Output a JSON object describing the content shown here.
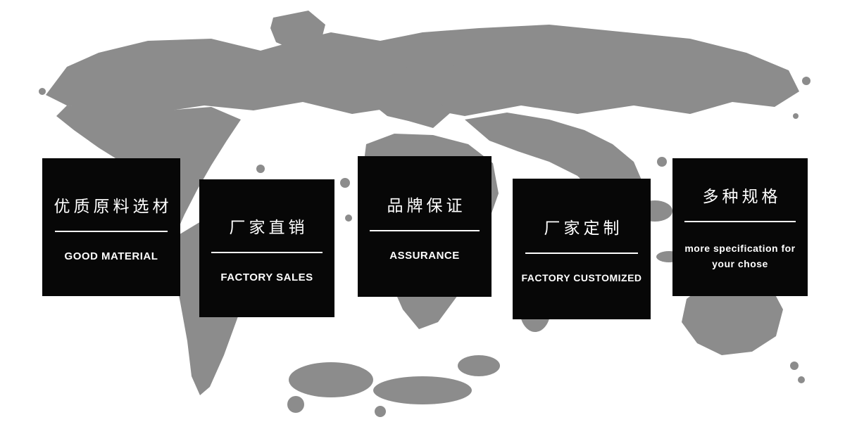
{
  "banner": {
    "background_map": {
      "name": "world-map",
      "color": "#8c8c8c"
    },
    "colors": {
      "card_background": "#070707",
      "card_text": "#ffffff",
      "page_background": "#ffffff"
    },
    "cards": [
      {
        "title_zh": "优质原料选材",
        "subtitle_en": "GOOD MATERIAL"
      },
      {
        "title_zh": "厂家直销",
        "subtitle_en": "FACTORY SALES"
      },
      {
        "title_zh": "品牌保证",
        "subtitle_en": "ASSURANCE"
      },
      {
        "title_zh": "厂家定制",
        "subtitle_en": "FACTORY CUSTOMIZED"
      },
      {
        "title_zh": "多种规格",
        "subtitle_en": "more specification for your chose"
      }
    ]
  }
}
